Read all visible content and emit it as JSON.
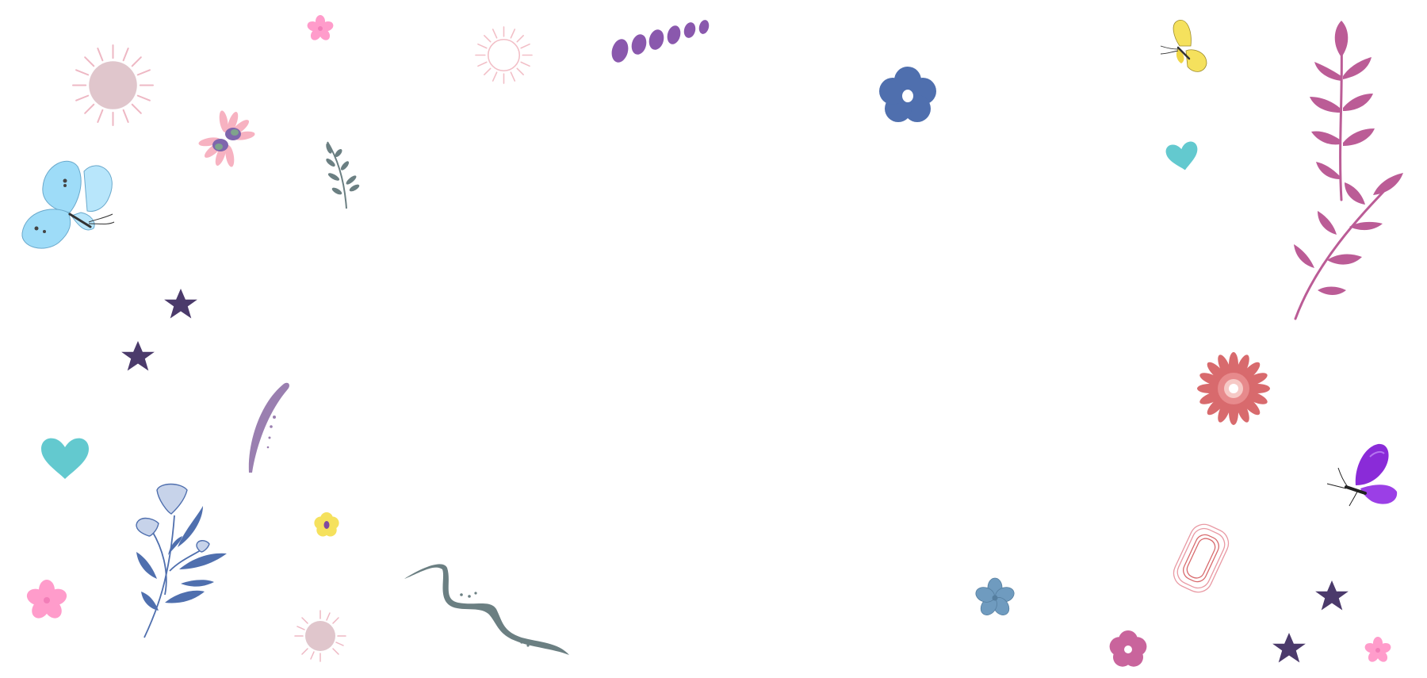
{
  "page": {
    "background": "#ffffff"
  },
  "palette": {
    "pink": "#ff9ccb",
    "dusty_pink": "#e0c6cc",
    "sun_ray": "#eeb8c4",
    "light_blue": "#9edcf8",
    "navy": "#4b3a6b",
    "teal": "#63c9cf",
    "periwinkle": "#4f6fae",
    "purple": "#8a58ad",
    "sage": "#6b7f82",
    "yellow": "#f5e15d",
    "magenta_leaf": "#bb5c96",
    "coral": "#d86a6d",
    "violet": "#8a2bd8",
    "steel_blue": "#6f9bbf",
    "rose_pink": "#c9649c"
  },
  "decorations": [
    {
      "name": "sun-icon",
      "color": "dusty_pink"
    },
    {
      "name": "sun-outline-icon",
      "color": "sun_ray"
    },
    {
      "name": "sun-small-icon",
      "color": "dusty_pink"
    },
    {
      "name": "pink-flower-icon",
      "color": "pink"
    },
    {
      "name": "butterfly-icon",
      "color": "light_blue"
    },
    {
      "name": "butterfly-yellow-icon",
      "color": "yellow"
    },
    {
      "name": "butterfly-purple-icon",
      "color": "violet"
    },
    {
      "name": "fan-flower-icon",
      "color": "pink"
    },
    {
      "name": "sprig-icon",
      "color": "sage"
    },
    {
      "name": "star-icon",
      "color": "navy"
    },
    {
      "name": "heart-icon",
      "color": "teal"
    },
    {
      "name": "brush-stroke-icon",
      "color": "purple"
    },
    {
      "name": "wavy-line-icon",
      "color": "sage"
    },
    {
      "name": "bluebell-branch-icon",
      "color": "periwinkle"
    },
    {
      "name": "yellow-flower-icon",
      "color": "yellow"
    },
    {
      "name": "dots-row-icon",
      "color": "purple"
    },
    {
      "name": "blue-flower-icon",
      "color": "periwinkle"
    },
    {
      "name": "leaf-branch-icon",
      "color": "magenta_leaf"
    },
    {
      "name": "daisy-icon",
      "color": "coral"
    },
    {
      "name": "frame-doodle-icon",
      "color": "sun_ray"
    },
    {
      "name": "steel-flower-icon",
      "color": "steel_blue"
    },
    {
      "name": "rose-flower-icon",
      "color": "rose_pink"
    }
  ]
}
